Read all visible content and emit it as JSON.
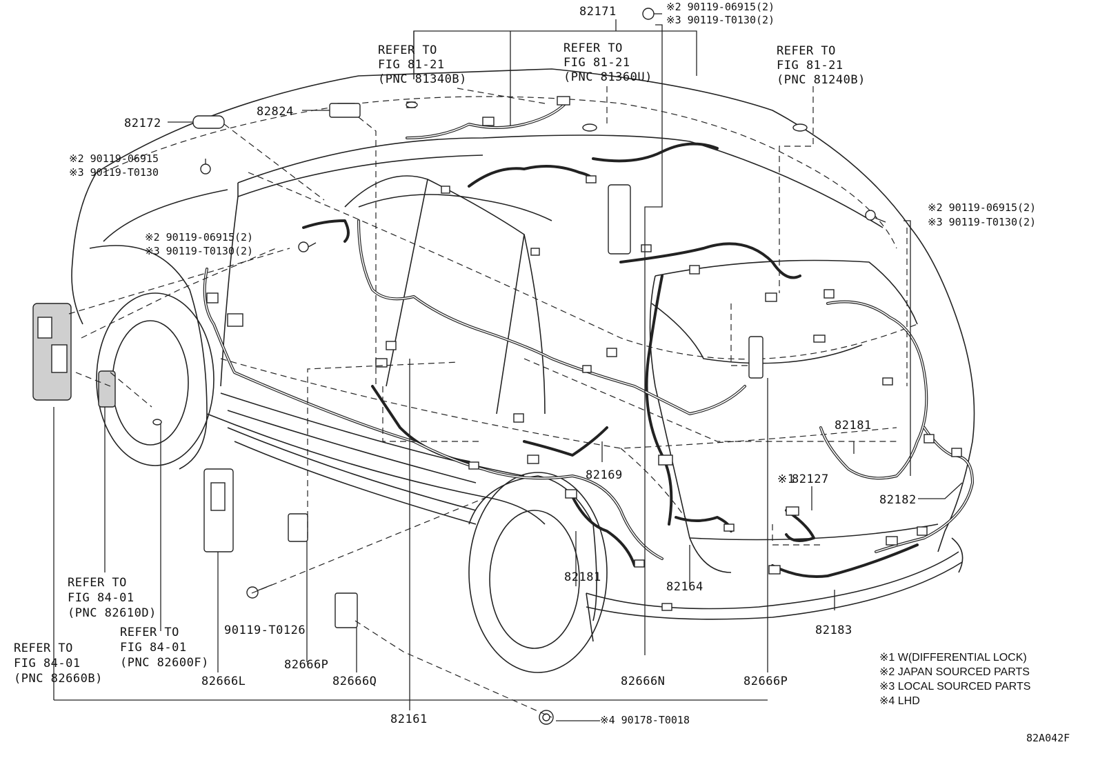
{
  "diagram_id": "82A042F",
  "callouts": {
    "p82171": "82171",
    "p82172": "82172",
    "p82824": "82824",
    "p82181_right": "82181",
    "p82181_front": "82181",
    "p82182": "82182",
    "p82127": "82127",
    "p82127_mark": "※1",
    "p82169": "82169",
    "p82164": "82164",
    "p82183": "82183",
    "p82161": "82161",
    "p82666L": "82666L",
    "p82666P_left": "82666P",
    "p82666Q": "82666Q",
    "p82666N": "82666N",
    "p82666P_right": "82666P",
    "p90119_T0126": "90119-T0126"
  },
  "refer_blocks": {
    "r81340B": [
      "REFER TO",
      "FIG 81-21",
      "(PNC 81340B)"
    ],
    "r81360U": [
      "REFER TO",
      "FIG 81-21",
      "(PNC 81360U)"
    ],
    "r81240B": [
      "REFER TO",
      "FIG 81-21",
      "(PNC 81240B)"
    ],
    "r82610D": [
      "REFER TO",
      "FIG 84-01",
      "(PNC 82610D)"
    ],
    "r82600F": [
      "REFER TO",
      "FIG 84-01",
      "(PNC 82600F)"
    ],
    "r82660B": [
      "REFER TO",
      "FIG 84-01",
      "(PNC 82660B)"
    ]
  },
  "bolt_notes": {
    "top": [
      "※2 90119-06915(2)",
      "※3 90119-T0130(2)"
    ],
    "left_upper": [
      "※2 90119-06915",
      "※3 90119-T0130"
    ],
    "left_mid": [
      "※2 90119-06915(2)",
      "※3 90119-T0130(2)"
    ],
    "right": [
      "※2 90119-06915(2)",
      "※3 90119-T0130(2)"
    ],
    "bottom": "※4 90178-T0018"
  },
  "legend": [
    "※1 W(DIFFERENTIAL LOCK)",
    "※2 JAPAN SOURCED PARTS",
    "※3 LOCAL SOURCED PARTS",
    "※4 LHD"
  ]
}
